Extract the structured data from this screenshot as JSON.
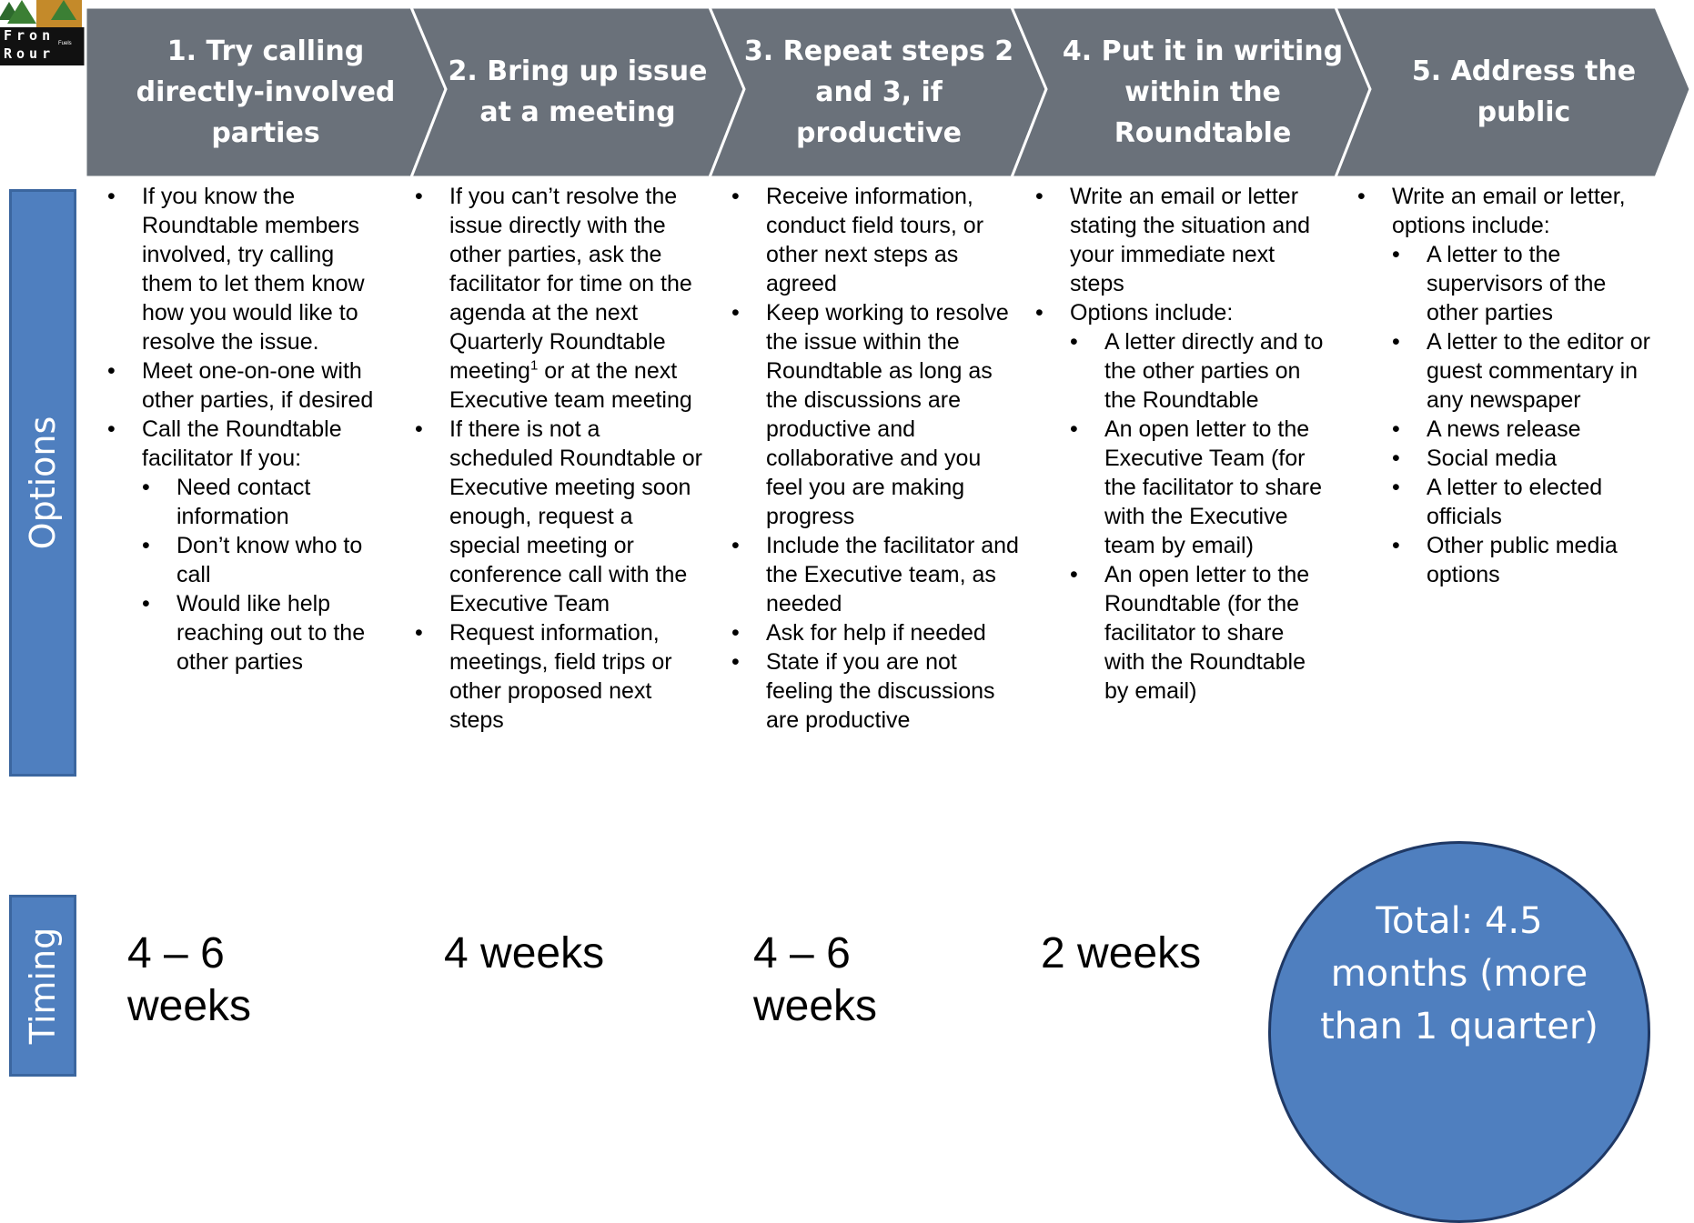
{
  "logo": {
    "line1": "Fron",
    "line2": "Rour",
    "small": "Fuels"
  },
  "steps": [
    {
      "title": "1. Try calling directly-involved parties"
    },
    {
      "title": "2. Bring up issue at a meeting"
    },
    {
      "title": "3. Repeat steps 2 and 3, if productive"
    },
    {
      "title": "4. Put it in writing within the Roundtable"
    },
    {
      "title": "5. Address the public"
    }
  ],
  "side_tabs": {
    "options": "Options",
    "timing": "Timing"
  },
  "options": {
    "col1": {
      "b1": "If you know the Roundtable members involved, try calling them to let them know how you would like to resolve the issue.",
      "b2": "Meet one-on-one with other parties, if desired",
      "b3": "Call the Roundtable facilitator If you:",
      "s1": "Need contact information",
      "s2": "Don’t know who to call",
      "s3": "Would like help reaching out to the other parties"
    },
    "col2": {
      "b1": "If you can’t resolve the issue directly with the other parties, ask the facilitator for time on the agenda at the next Quarterly Roundtable meeting",
      "b1_sup": "1",
      "b1_tail": " or at the next Executive team meeting",
      "b2": "If there is not a scheduled Roundtable or Executive meeting soon enough, request a special meeting or conference call with the Executive Team",
      "b3": "Request information, meetings, field trips or other proposed next steps"
    },
    "col3": {
      "b1": "Receive information, conduct field tours, or other next steps as agreed",
      "b2": "Keep working to resolve the issue within the Roundtable as long as the discussions  are productive and collaborative and you feel you are making progress",
      "b3": "Include the facilitator and the Executive team, as needed",
      "b4": "Ask for help if needed",
      "b5": "State if you are not feeling the discussions are productive"
    },
    "col4": {
      "b1": "Write an email or letter stating the situation and your immediate next steps",
      "b2": "Options include:",
      "s1": "A letter directly and to the other parties on the Roundtable",
      "s2": "An open letter to the Executive Team (for the facilitator to share with the Executive team by email)",
      "s3": "An open letter to the Roundtable (for the facilitator to share with the Roundtable by email)"
    },
    "col5": {
      "b1": "Write an email or letter, options include:",
      "s1": "A letter to the supervisors of the other parties",
      "s2": "A letter to the editor or guest commentary in any newspaper",
      "s3": "A news release",
      "s4": "Social media",
      "s5": "A letter to elected officials",
      "s6": "Other public media options"
    }
  },
  "timing": {
    "t1": "4 – 6 weeks",
    "t2": "4 weeks",
    "t3": "4 – 6 weeks",
    "t4": "2 weeks",
    "total": "Total: 4.5 months (more than 1 quarter)"
  },
  "colors": {
    "chevron": "#6a717a",
    "chevron_border": "#ffffff",
    "tab": "#4f7fbf",
    "tab_border": "#3b669f",
    "circle_border": "#1f3864"
  }
}
